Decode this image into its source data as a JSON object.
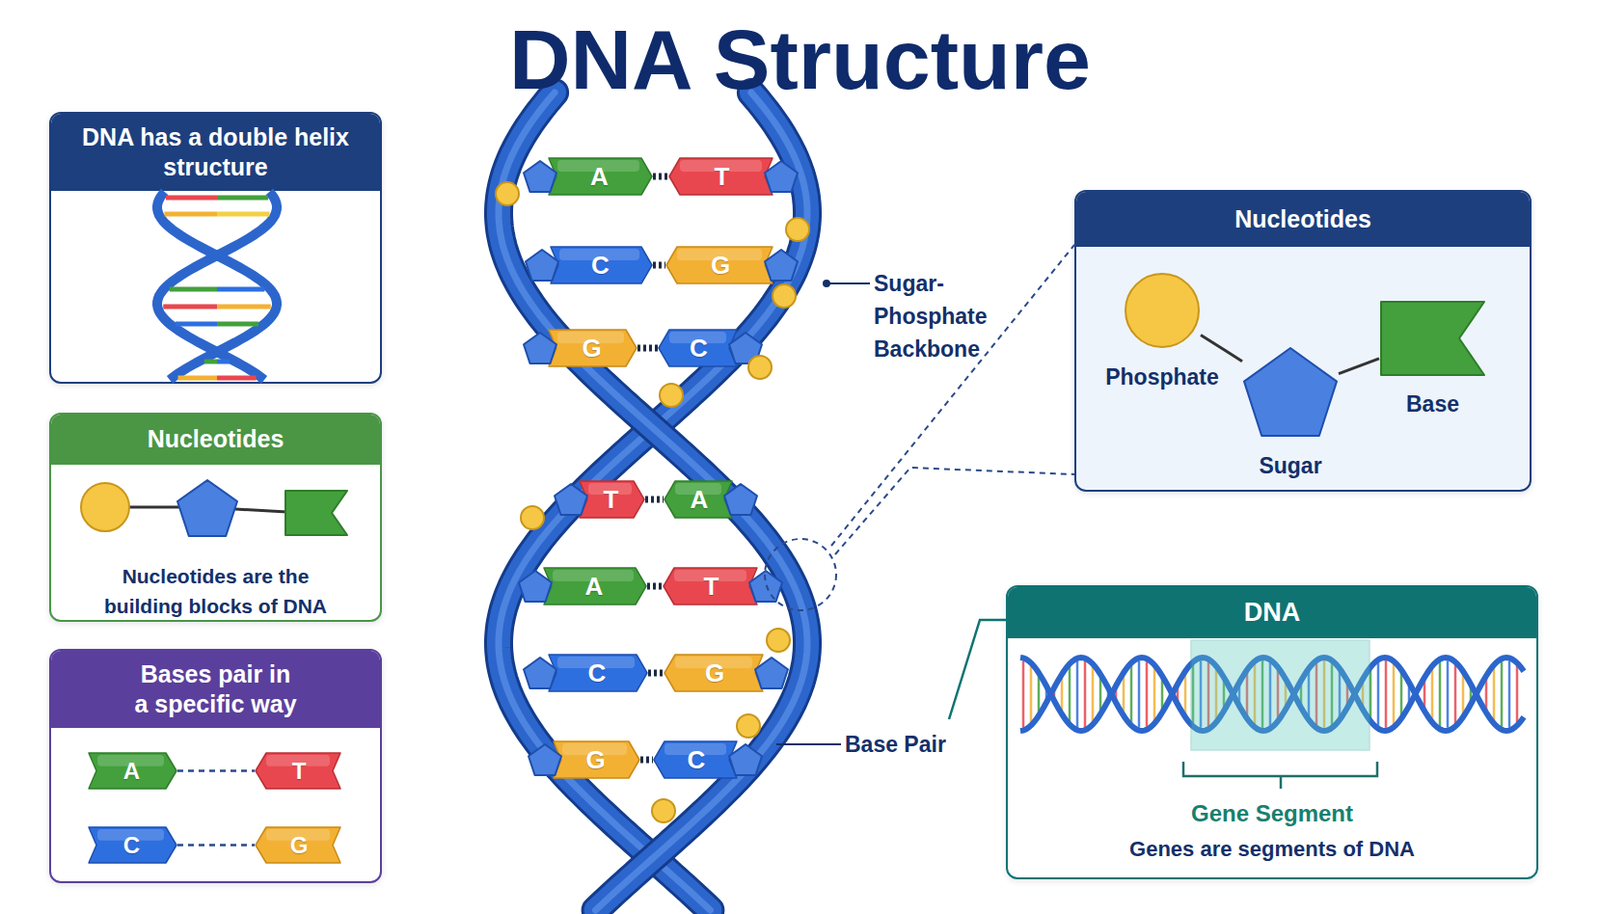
{
  "diagram": {
    "title": "DNA Structure",
    "nodes": [
      {
        "text": [
          "DNA has a double helix structure"
        ]
      },
      {
        "text": [
          "Nucleotides",
          "Nucleotides are the building blocks of DNA"
        ]
      },
      {
        "text": [
          "Bases pair in a specific way"
        ]
      },
      {
        "text": [
          "A"
        ],
        "in": 2
      },
      {
        "text": [
          "T"
        ],
        "in": 2
      },
      {
        "text": [
          "C"
        ],
        "in": 2
      },
      {
        "text": [
          "G"
        ],
        "in": 2
      },
      {
        "text": [
          "A"
        ]
      },
      {
        "text": [
          "T"
        ]
      },
      {
        "text": [
          "C"
        ]
      },
      {
        "text": [
          "G"
        ]
      },
      {
        "text": [
          "G"
        ]
      },
      {
        "text": [
          "C"
        ]
      },
      {
        "text": [
          "T"
        ]
      },
      {
        "text": [
          "A"
        ]
      },
      {
        "text": [
          "A"
        ]
      },
      {
        "text": [
          "T"
        ]
      },
      {
        "text": [
          "C"
        ]
      },
      {
        "text": [
          "G"
        ]
      },
      {
        "text": [
          "G"
        ]
      },
      {
        "text": [
          "C"
        ]
      },
      {
        "text": [
          "Nucleotides"
        ]
      },
      {
        "text": [
          "Phosphate"
        ],
        "in": 21
      },
      {
        "text": [
          "Sugar"
        ],
        "in": 21
      },
      {
        "text": [
          "Base"
        ],
        "in": 21
      },
      {
        "text": [
          "DNA",
          "Gene Segment",
          "Genes are segments of DNA"
        ]
      }
    ],
    "edges": [
      {
        "from": 3,
        "to": 4,
        "arrow": "none"
      },
      {
        "from": 5,
        "to": 6,
        "arrow": "none"
      },
      {
        "from": 7,
        "to": 8,
        "arrow": "none"
      },
      {
        "from": 9,
        "to": 10,
        "arrow": "none"
      },
      {
        "from": 11,
        "to": 12,
        "arrow": "none"
      },
      {
        "from": 13,
        "to": 14,
        "arrow": "none"
      },
      {
        "from": 15,
        "to": 16,
        "arrow": "none"
      },
      {
        "from": 17,
        "to": 18,
        "arrow": "none"
      },
      {
        "from": 19,
        "to": 20,
        "arrow": "none"
      },
      {
        "from": 22,
        "to": 23,
        "arrow": "none"
      },
      {
        "from": 23,
        "to": 24,
        "arrow": "none"
      }
    ],
    "labels": [
      "Sugar-Phosphate Backbone",
      "Base Pair"
    ]
  }
}
